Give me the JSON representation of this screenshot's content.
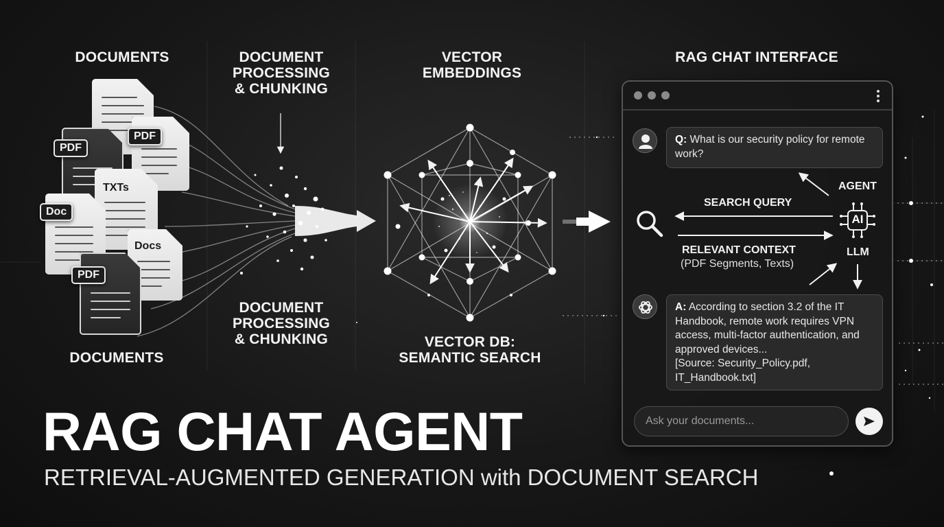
{
  "stages": {
    "documents_top": "DOCUMENTS",
    "processing_top": [
      "DOCUMENT",
      "PROCESSING",
      "& CHUNKING"
    ],
    "embeddings": [
      "VECTOR",
      "EMBEDDINGS"
    ],
    "chat_interface": "RAG CHAT INTERFACE",
    "documents_bottom": "DOCUMENTS",
    "processing_bottom": [
      "DOCUMENT",
      "PROCESSING",
      "& CHUNKING"
    ],
    "vector_db": [
      "VECTOR DB:",
      "SEMANTIC SEARCH"
    ]
  },
  "doc_tags": [
    "PDF",
    "PDF",
    "TXTs",
    "Doc",
    "Docs",
    "PDF"
  ],
  "chat": {
    "question_prefix": "Q:",
    "question_text": "What is our security policy for remote work?",
    "agent_label": "AGENT",
    "ai_chip": "AI",
    "llm_label": "LLM",
    "search_query_label": "SEARCH QUERY",
    "relevant_context_label": "RELEVANT CONTEXT",
    "relevant_context_sub": "(PDF Segments, Texts)",
    "answer_prefix": "A:",
    "answer_text": "According to section 3.2 of the IT Handbook, remote work requires VPN access, multi-factor authentication, and approved devices...",
    "answer_source": "[Source: Security_Policy.pdf, IT_Handbook.txt]",
    "input_placeholder": "Ask your documents..."
  },
  "title": "RAG CHAT AGENT",
  "subtitle": "RETRIEVAL-AUGMENTED GENERATION with DOCUMENT SEARCH",
  "colors": {
    "background": "#181818",
    "foreground": "#f2f2f2",
    "panel": "#2a2a2a"
  },
  "icons": [
    "user-avatar-icon",
    "magnifier-icon",
    "ai-chip-icon",
    "openai-logo-icon",
    "send-icon",
    "arrow-icon"
  ]
}
